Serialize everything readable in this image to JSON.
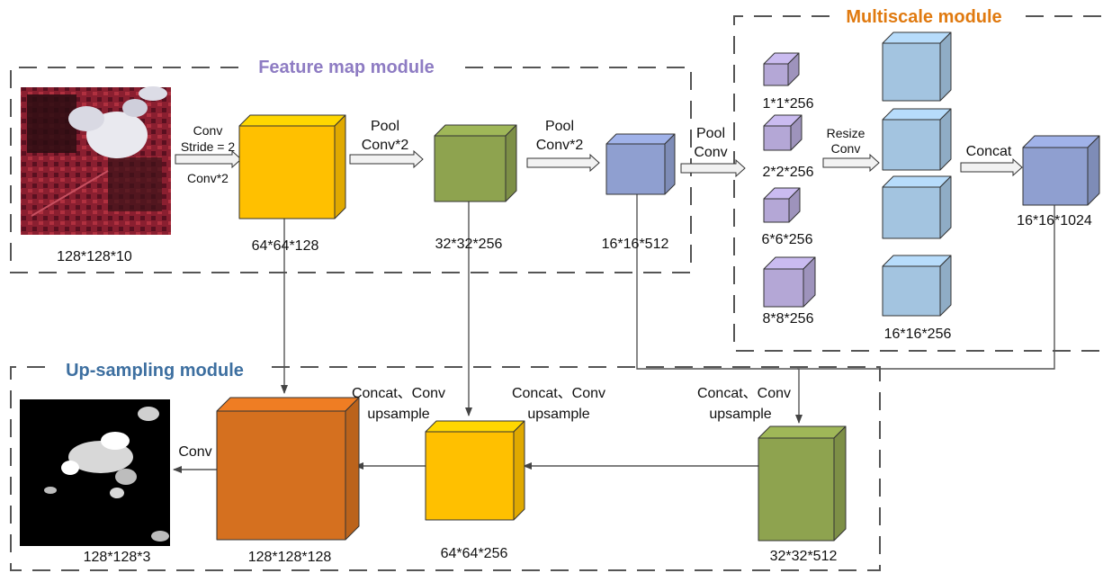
{
  "colors": {
    "orange_title": "#e07a10",
    "purple_title": "#8e7cc3",
    "blue_title": "#3d6fa0",
    "yellow_block": "#ffc000",
    "green_block": "#8ea34f",
    "blue_block": "#8f9fd0",
    "lilac_block": "#b4a7d6",
    "lightblue_block": "#a3c4e0",
    "orange_block": "#d5701f"
  },
  "modules": {
    "multiscale": "Multiscale module",
    "feature_map": "Feature map module",
    "upsampling": "Up-sampling module"
  },
  "images": {
    "input_label": "128*128*10",
    "output_label": "128*128*3"
  },
  "feature_blocks": {
    "b1": "64*64*128",
    "b2": "32*32*256",
    "b3": "16*16*512"
  },
  "feature_ops": {
    "op1_conv": "Conv",
    "op1_stride": "Stride = 2",
    "op1_conv2": "Conv*2",
    "op2_pool": "Pool",
    "op2_conv": "Conv*2",
    "op3_pool": "Pool",
    "op3_conv": "Conv*2",
    "op4_pool": "Pool",
    "op4_conv": "Conv"
  },
  "multiscale": {
    "scales": [
      "1*1*256",
      "2*2*256",
      "6*6*256",
      "8*8*256"
    ],
    "resize_label": "Resize",
    "resize_conv": "Conv",
    "resized_label": "16*16*256",
    "concat_label": "Concat",
    "concat_out": "16*16*1024"
  },
  "upsampling": {
    "op_a_1": "Concat、Conv",
    "op_a_2": "upsample",
    "op_b_1": "Concat、Conv",
    "op_b_2": "upsample",
    "op_c_1": "Concat、Conv",
    "op_c_2": "upsample",
    "final_conv": "Conv",
    "u1": "32*32*512",
    "u2": "64*64*256",
    "u3": "128*128*128"
  }
}
